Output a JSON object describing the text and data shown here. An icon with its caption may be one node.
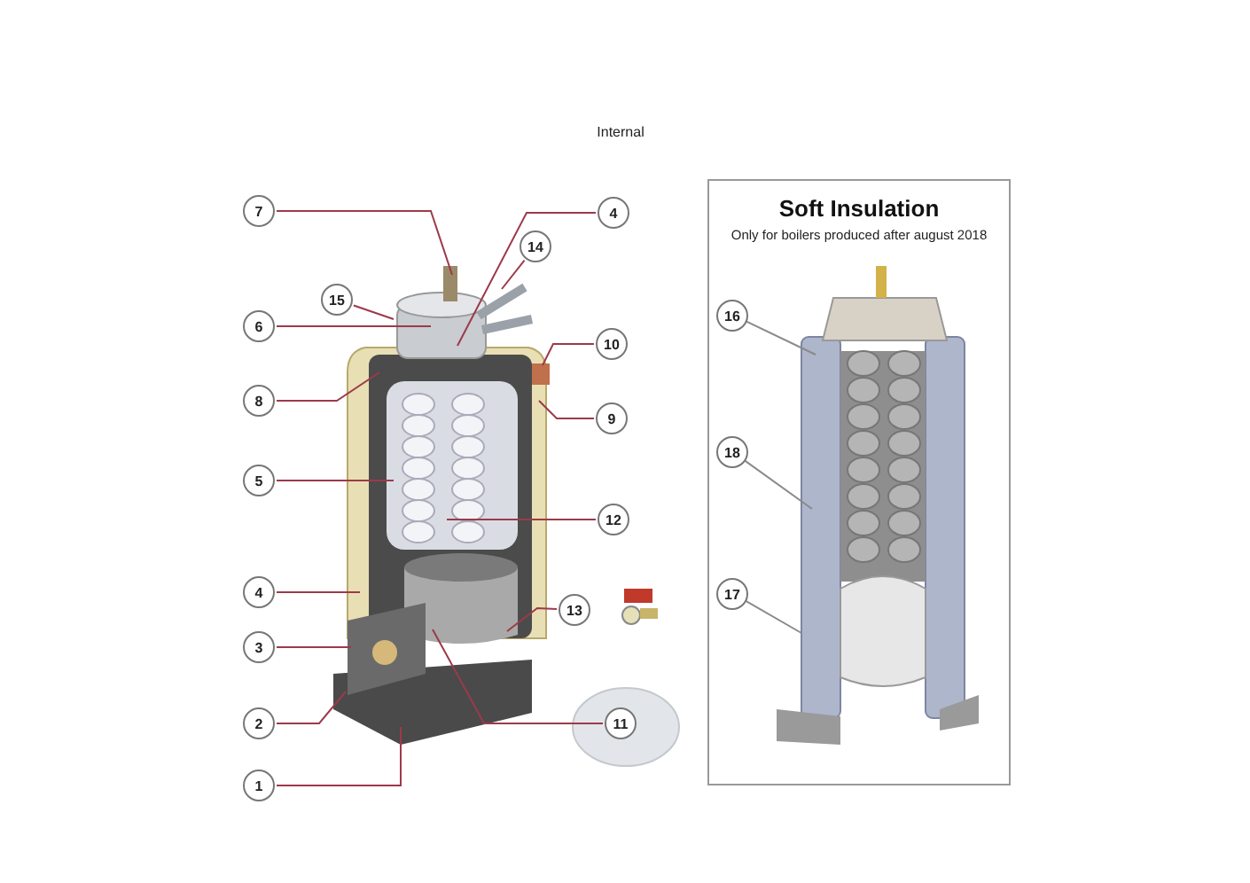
{
  "diagram": {
    "title": "Internal",
    "nodes": [
      {
        "text": [
          "7"
        ]
      },
      {
        "text": [
          "4"
        ]
      },
      {
        "text": [
          "14"
        ]
      },
      {
        "text": [
          "15"
        ]
      },
      {
        "text": [
          "6"
        ]
      },
      {
        "text": [
          "10"
        ]
      },
      {
        "text": [
          "8"
        ]
      },
      {
        "text": [
          "9"
        ]
      },
      {
        "text": [
          "5"
        ]
      },
      {
        "text": [
          "12"
        ]
      },
      {
        "text": [
          "4"
        ]
      },
      {
        "text": [
          "13"
        ]
      },
      {
        "text": [
          "3"
        ]
      },
      {
        "text": [
          "2"
        ]
      },
      {
        "text": [
          "11"
        ]
      },
      {
        "text": [
          "1"
        ]
      },
      {
        "text": [
          "Soft Insulation",
          "Only for boilers produced after august 2018"
        ]
      },
      {
        "text": [
          "16"
        ],
        "in": 16
      },
      {
        "text": [
          "18"
        ],
        "in": 16
      },
      {
        "text": [
          "17"
        ],
        "in": 16
      }
    ],
    "edges": [
      {
        "from": 0,
        "to": null,
        "arrow": "none"
      },
      {
        "from": 1,
        "to": null,
        "arrow": "none"
      },
      {
        "from": 2,
        "to": null,
        "arrow": "none"
      },
      {
        "from": 3,
        "to": null,
        "arrow": "none"
      },
      {
        "from": 4,
        "to": null,
        "arrow": "none"
      },
      {
        "from": 5,
        "to": null,
        "arrow": "none"
      },
      {
        "from": 6,
        "to": null,
        "arrow": "none"
      },
      {
        "from": 7,
        "to": null,
        "arrow": "none"
      },
      {
        "from": 8,
        "to": null,
        "arrow": "none"
      },
      {
        "from": 9,
        "to": null,
        "arrow": "none"
      },
      {
        "from": 10,
        "to": null,
        "arrow": "none"
      },
      {
        "from": 11,
        "to": null,
        "arrow": "none"
      },
      {
        "from": 12,
        "to": null,
        "arrow": "none"
      },
      {
        "from": 13,
        "to": null,
        "arrow": "none"
      },
      {
        "from": 14,
        "to": null,
        "arrow": "none"
      },
      {
        "from": 15,
        "to": null,
        "arrow": "none"
      },
      {
        "from": 17,
        "to": null,
        "arrow": "none",
        "color": "#8a8a8a"
      },
      {
        "from": 18,
        "to": null,
        "arrow": "none",
        "color": "#8a8a8a"
      },
      {
        "from": 19,
        "to": null,
        "arrow": "none",
        "color": "#8a8a8a"
      }
    ]
  }
}
